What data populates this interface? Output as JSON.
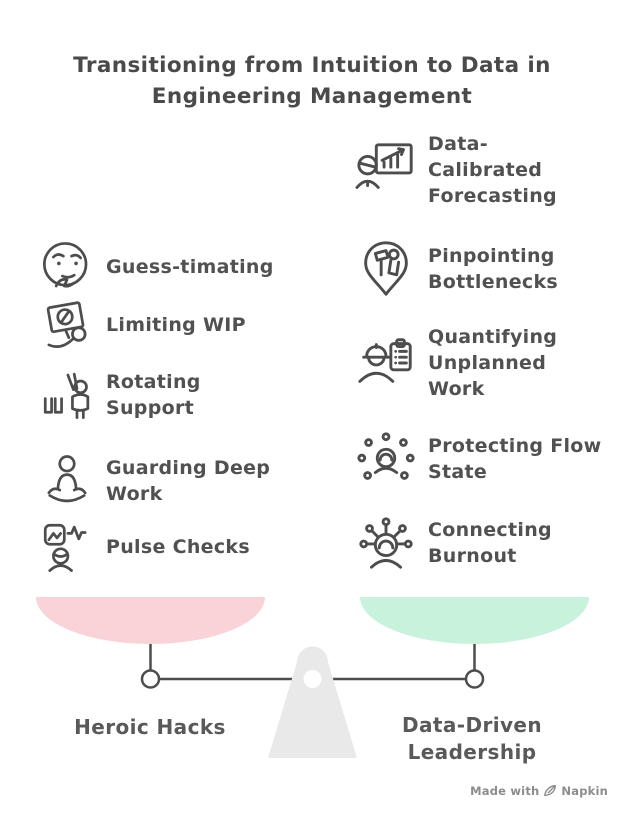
{
  "title": "Transitioning from Intuition to Data in Engineering Management",
  "left_column": {
    "items": [
      {
        "label": "Guess-timating",
        "icon": "thinking-face"
      },
      {
        "label": "Limiting WIP",
        "icon": "prohibition-sign"
      },
      {
        "label": "Rotating\nSupport",
        "icon": "raised-hand-person"
      },
      {
        "label": "Guarding Deep\nWork",
        "icon": "meditating-person"
      },
      {
        "label": "Pulse Checks",
        "icon": "pulse-monitor-person"
      }
    ]
  },
  "right_column": {
    "items": [
      {
        "label": "Data-\nCalibrated\nForecasting",
        "icon": "presentation-chart-person"
      },
      {
        "label": "Pinpointing\nBottlenecks",
        "icon": "bottleneck-map-pin"
      },
      {
        "label": "Quantifying\nUnplanned\nWork",
        "icon": "hardhat-checklist"
      },
      {
        "label": "Protecting Flow\nState",
        "icon": "person-surrounded-dots"
      },
      {
        "label": "Connecting\nBurnout",
        "icon": "burnout-rays-person"
      }
    ]
  },
  "scale": {
    "left_pan_label": "Heroic Hacks",
    "right_pan_label": "Data-Driven\nLeadership",
    "left_pan_color": "#f9d3d8",
    "right_pan_color": "#c9f2dd",
    "fulcrum_color": "#e9e9e9",
    "line_color": "#4d4d4d"
  },
  "credit": {
    "prefix": "Made with",
    "brand": "Napkin"
  }
}
